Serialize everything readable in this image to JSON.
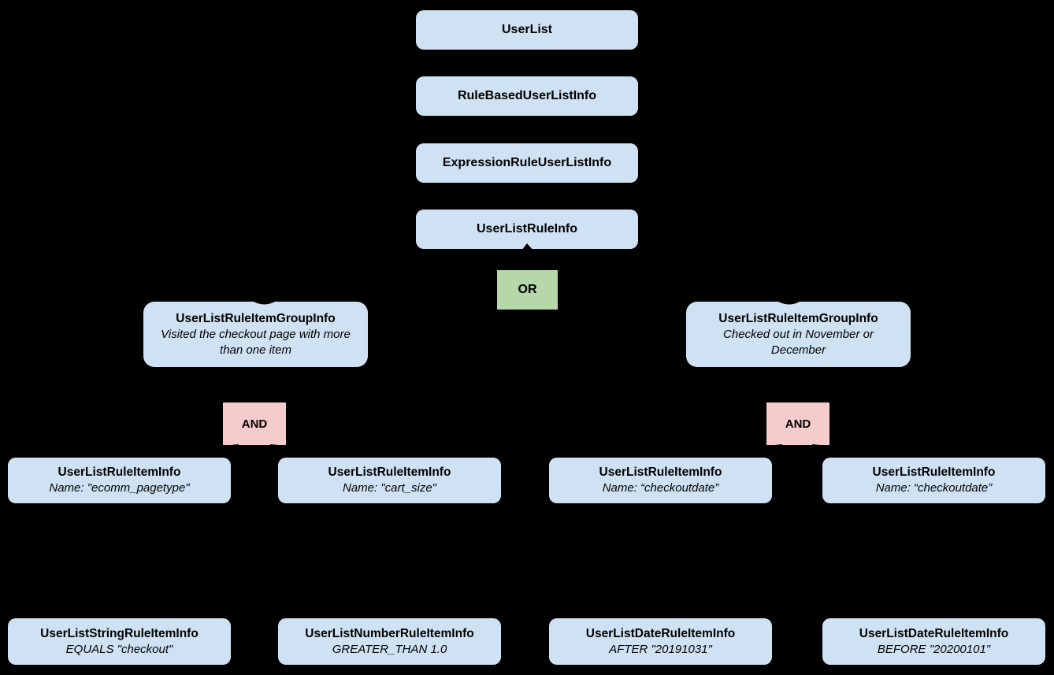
{
  "colors": {
    "background": "#000000",
    "node_blue": "#cfe2f3",
    "operator_green": "#b6d7a8",
    "operator_pink": "#f4cccc",
    "text": "#000000"
  },
  "diagram": {
    "chain": [
      {
        "label": "UserList"
      },
      {
        "label": "RuleBasedUserListInfo"
      },
      {
        "label": "ExpressionRuleUserListInfo"
      },
      {
        "label": "UserListRuleInfo"
      }
    ],
    "or_operator": {
      "label": "OR"
    },
    "groups": [
      {
        "title": "UserListRuleItemGroupInfo",
        "description": "Visited the checkout page with more than one item",
        "and_label": "AND"
      },
      {
        "title": "UserListRuleItemGroupInfo",
        "description": "Checked out in November or December",
        "and_label": "AND"
      }
    ],
    "rule_items": [
      {
        "title": "UserListRuleItemInfo",
        "detail": "Name: \"ecomm_pagetype\""
      },
      {
        "title": "UserListRuleItemInfo",
        "detail": "Name: \"cart_size\""
      },
      {
        "title": "UserListRuleItemInfo",
        "detail": "Name: “checkoutdate”"
      },
      {
        "title": "UserListRuleItemInfo",
        "detail": "Name: “checkoutdate”"
      }
    ],
    "operand_items": [
      {
        "title": "UserListStringRuleItemInfo",
        "detail": "EQUALS \"checkout\""
      },
      {
        "title": "UserListNumberRuleItemInfo",
        "detail": "GREATER_THAN 1.0"
      },
      {
        "title": "UserListDateRuleItemInfo",
        "detail": "AFTER \"20191031\""
      },
      {
        "title": "UserListDateRuleItemInfo",
        "detail": "BEFORE \"20200101\""
      }
    ]
  }
}
